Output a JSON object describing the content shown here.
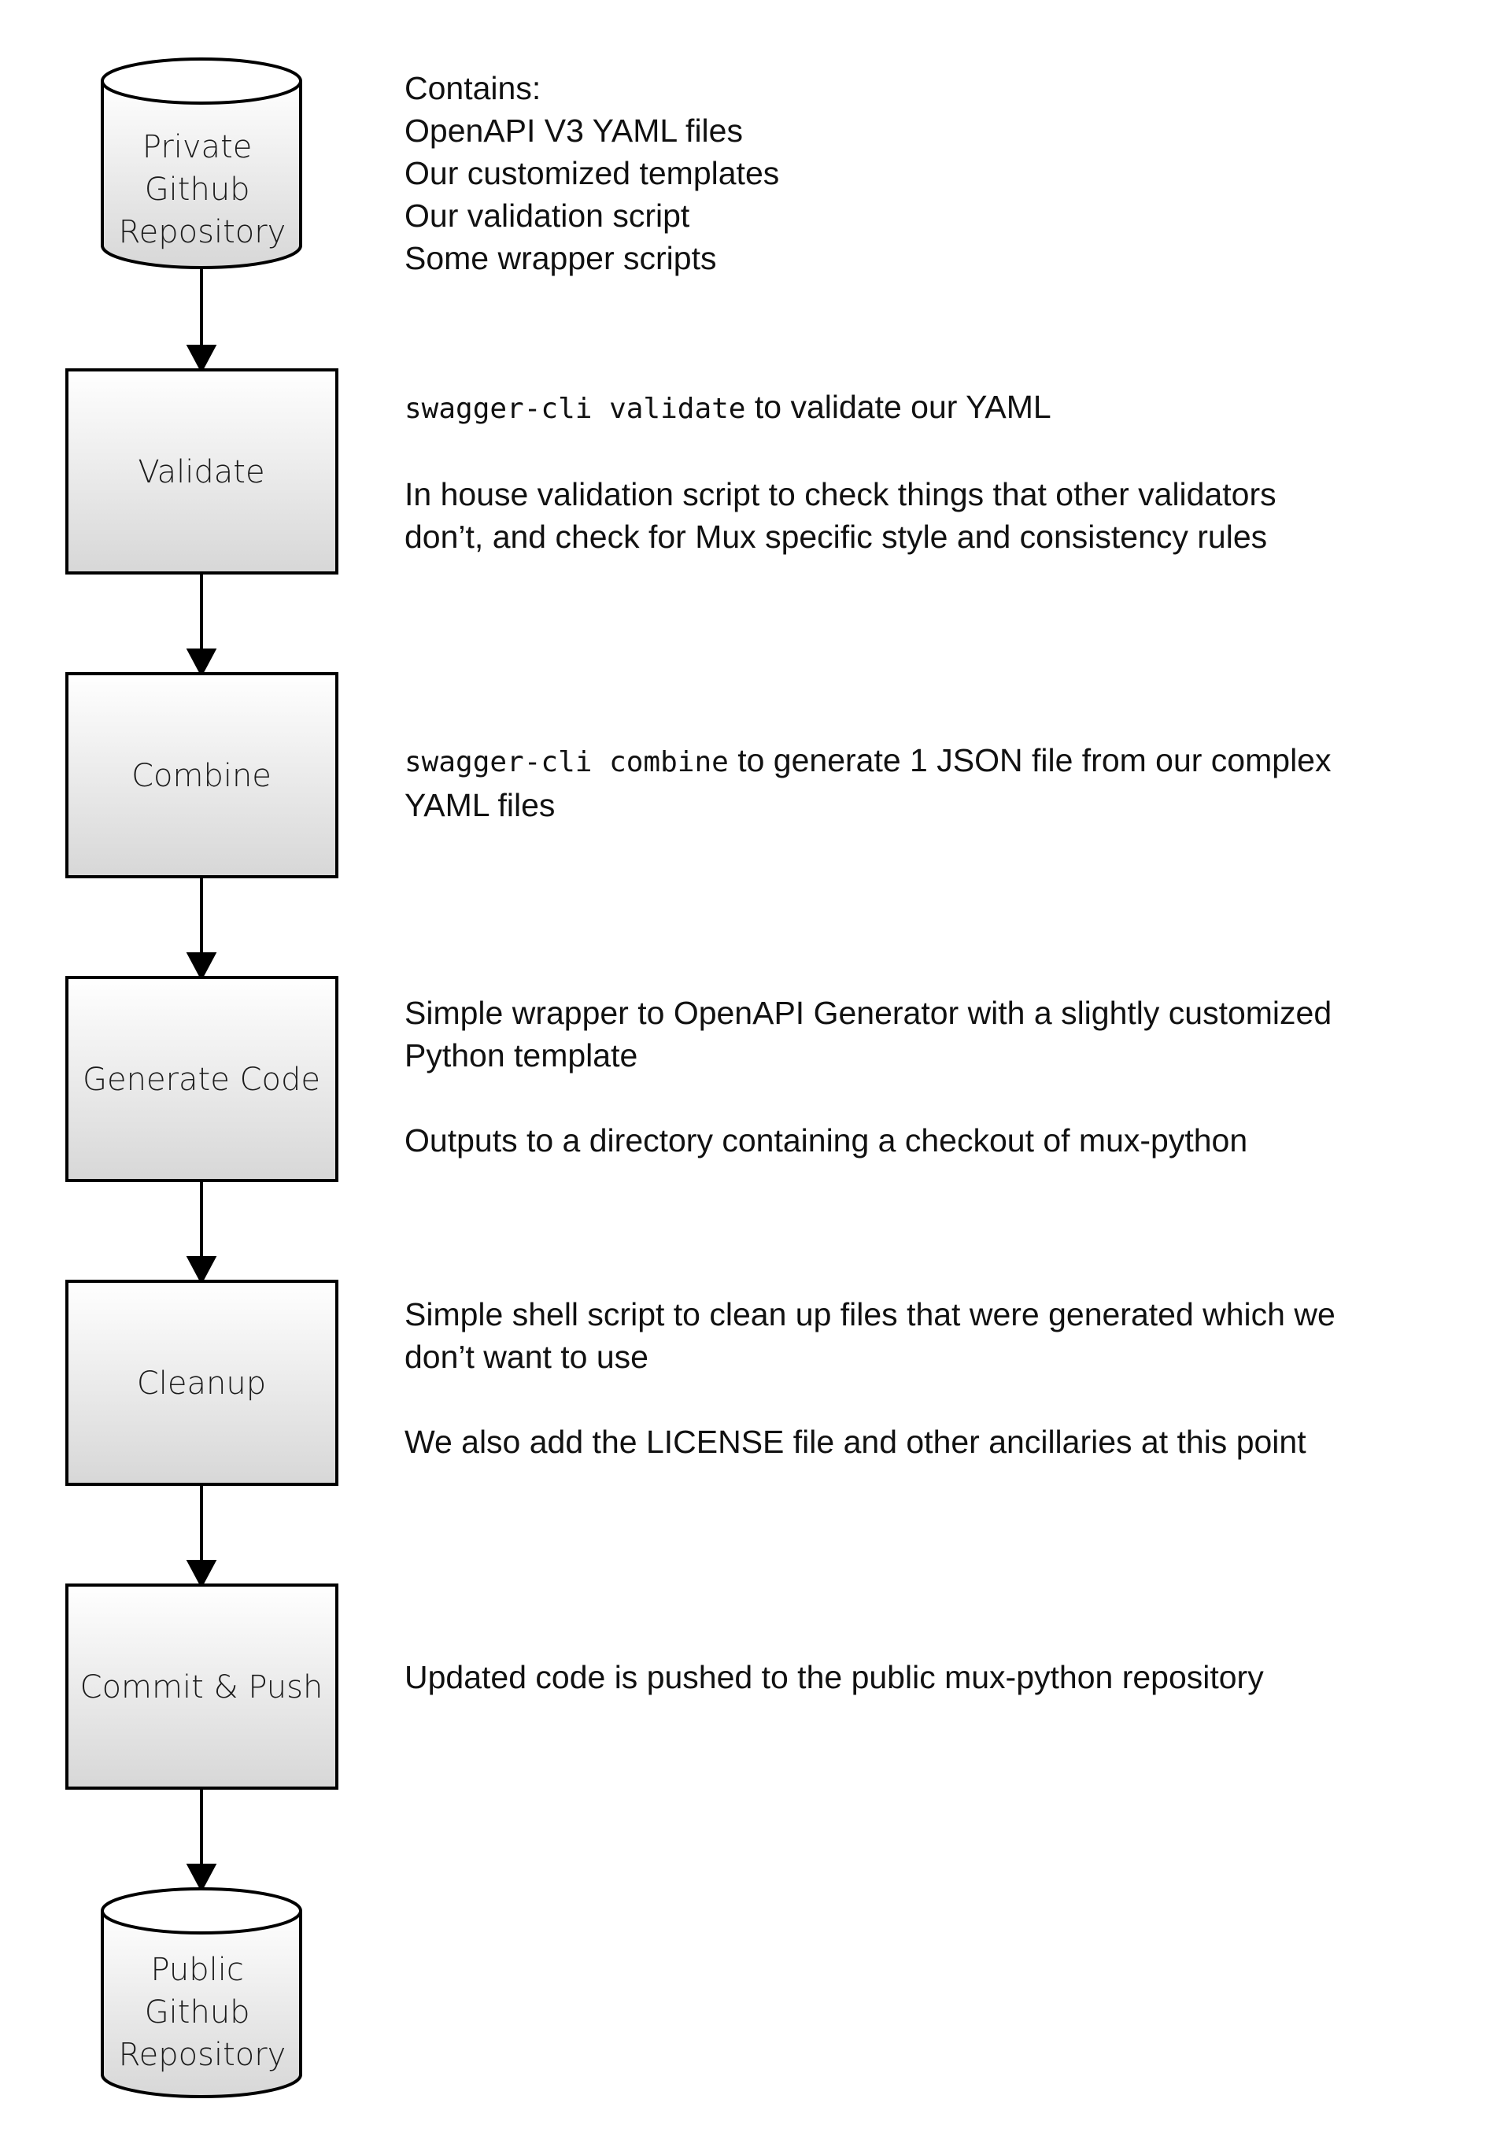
{
  "nodes": {
    "private_repo": {
      "lines": [
        "Private",
        "Github",
        "Repository"
      ]
    },
    "validate": {
      "label": "Validate"
    },
    "combine": {
      "label": "Combine"
    },
    "generate": {
      "label": "Generate Code"
    },
    "cleanup": {
      "label": "Cleanup"
    },
    "commit": {
      "label": "Commit & Push"
    },
    "public_repo": {
      "lines": [
        "Public",
        "Github",
        "Repository"
      ]
    }
  },
  "descriptions": {
    "private_repo": [
      "Contains:",
      "OpenAPI V3 YAML files",
      "Our customized templates",
      "Our validation script",
      "Some wrapper scripts"
    ],
    "validate": {
      "code": "swagger-cli validate",
      "text": " to validate our YAML",
      "para2_lines": [
        "In house validation script to check things that other validators",
        "don’t, and check for Mux specific style and consistency rules"
      ]
    },
    "combine": {
      "code": "swagger-cli combine",
      "text": " to generate 1 JSON file from our complex",
      "line2": "YAML files"
    },
    "generate": {
      "para1_lines": [
        "Simple wrapper to OpenAPI Generator with a slightly customized",
        "Python template"
      ],
      "para2": "Outputs to a directory containing a checkout of mux-python"
    },
    "cleanup": {
      "para1_lines": [
        "Simple shell script to clean up files that were generated which we",
        "don’t want to use"
      ],
      "para2": "We also add the LICENSE file and other ancillaries at this point"
    },
    "commit": "Updated code is pushed to the public mux-python repository"
  },
  "colors": {
    "stroke": "#000000",
    "box_fill_top": "#ffffff",
    "box_fill_bottom": "#d7d7d7",
    "text": "#111111"
  }
}
